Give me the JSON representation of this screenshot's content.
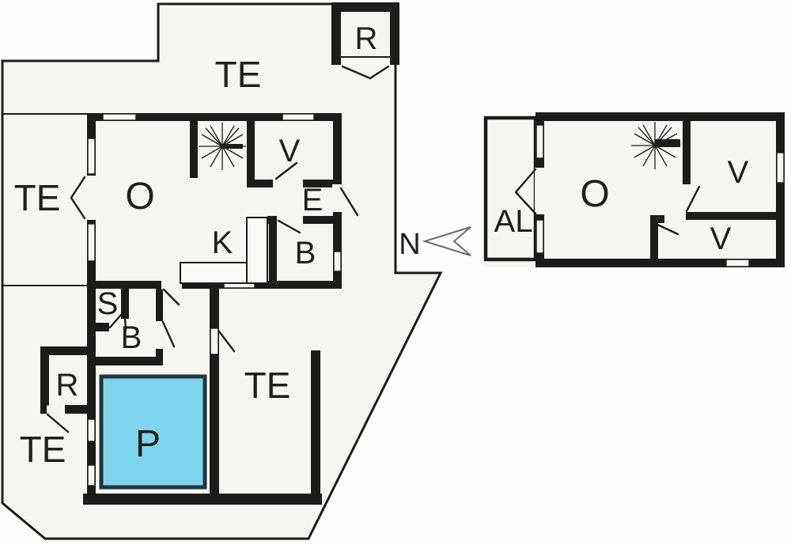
{
  "plan": {
    "type": "holiday-home floor plan, ground floor with pool and terraces plus detached upper floor",
    "colors": {
      "wall": "#1e1c1a",
      "floor": "#f7f5f0",
      "pool_fill": "#7fd4ee",
      "pool_border": "#223540",
      "outline": "#1e1c1a"
    },
    "labels": {
      "te_top": "TE",
      "te_left": "TE",
      "te_bottom_left": "TE",
      "te_lower_right": "TE",
      "r_top": "R",
      "o_ground": "O",
      "v_ground": "V",
      "e_ground": "E",
      "k_ground": "K",
      "b_ground": "B",
      "s_ground": "S",
      "b2_ground": "B",
      "r_annex": "R",
      "p_pool": "P",
      "al_upper": "AL",
      "o_upper": "O",
      "v1_upper": "V",
      "v2_upper": "V",
      "compass": "N"
    }
  }
}
